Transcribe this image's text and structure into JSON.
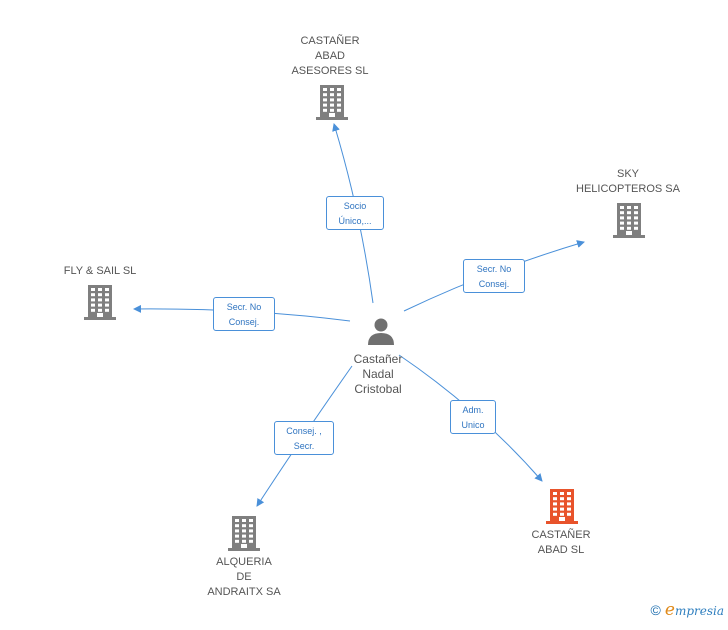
{
  "colors": {
    "edge": "#4a90d9",
    "building_default": "#7f7f7f",
    "building_highlight": "#e8532b",
    "person": "#707070"
  },
  "center": {
    "name_lines": [
      "Castañer",
      "Nadal",
      "Cristobal"
    ],
    "icon": "person-icon"
  },
  "nodes": [
    {
      "id": "castaner-abad-asesores",
      "lines": [
        "CASTAÑER",
        "ABAD",
        "ASESORES SL"
      ],
      "icon": "building-icon",
      "highlight": false
    },
    {
      "id": "sky-helicopteros",
      "lines": [
        "SKY",
        "HELICOPTEROS SA"
      ],
      "icon": "building-icon",
      "highlight": false
    },
    {
      "id": "fly-sail",
      "lines": [
        "FLY & SAIL SL"
      ],
      "icon": "building-icon",
      "highlight": false
    },
    {
      "id": "castaner-abad",
      "lines": [
        "CASTAÑER",
        "ABAD SL"
      ],
      "icon": "building-icon",
      "highlight": true
    },
    {
      "id": "alqueria-andraitx",
      "lines": [
        "ALQUERIA",
        "DE",
        "ANDRAITX SA"
      ],
      "icon": "building-icon",
      "highlight": false
    }
  ],
  "edges": [
    {
      "to": "castaner-abad-asesores",
      "label_lines": [
        "Socio",
        "Único,..."
      ]
    },
    {
      "to": "sky-helicopteros",
      "label_lines": [
        "Secr.  No",
        "Consej."
      ]
    },
    {
      "to": "fly-sail",
      "label_lines": [
        "Secr.  No",
        "Consej."
      ]
    },
    {
      "to": "castaner-abad",
      "label_lines": [
        "Adm.",
        "Unico"
      ]
    },
    {
      "to": "alqueria-andraitx",
      "label_lines": [
        "Consej. ,",
        "Secr."
      ]
    }
  ],
  "footer": {
    "copyright_symbol": "©",
    "brand_initial": "e",
    "brand_rest": "mpresia"
  }
}
